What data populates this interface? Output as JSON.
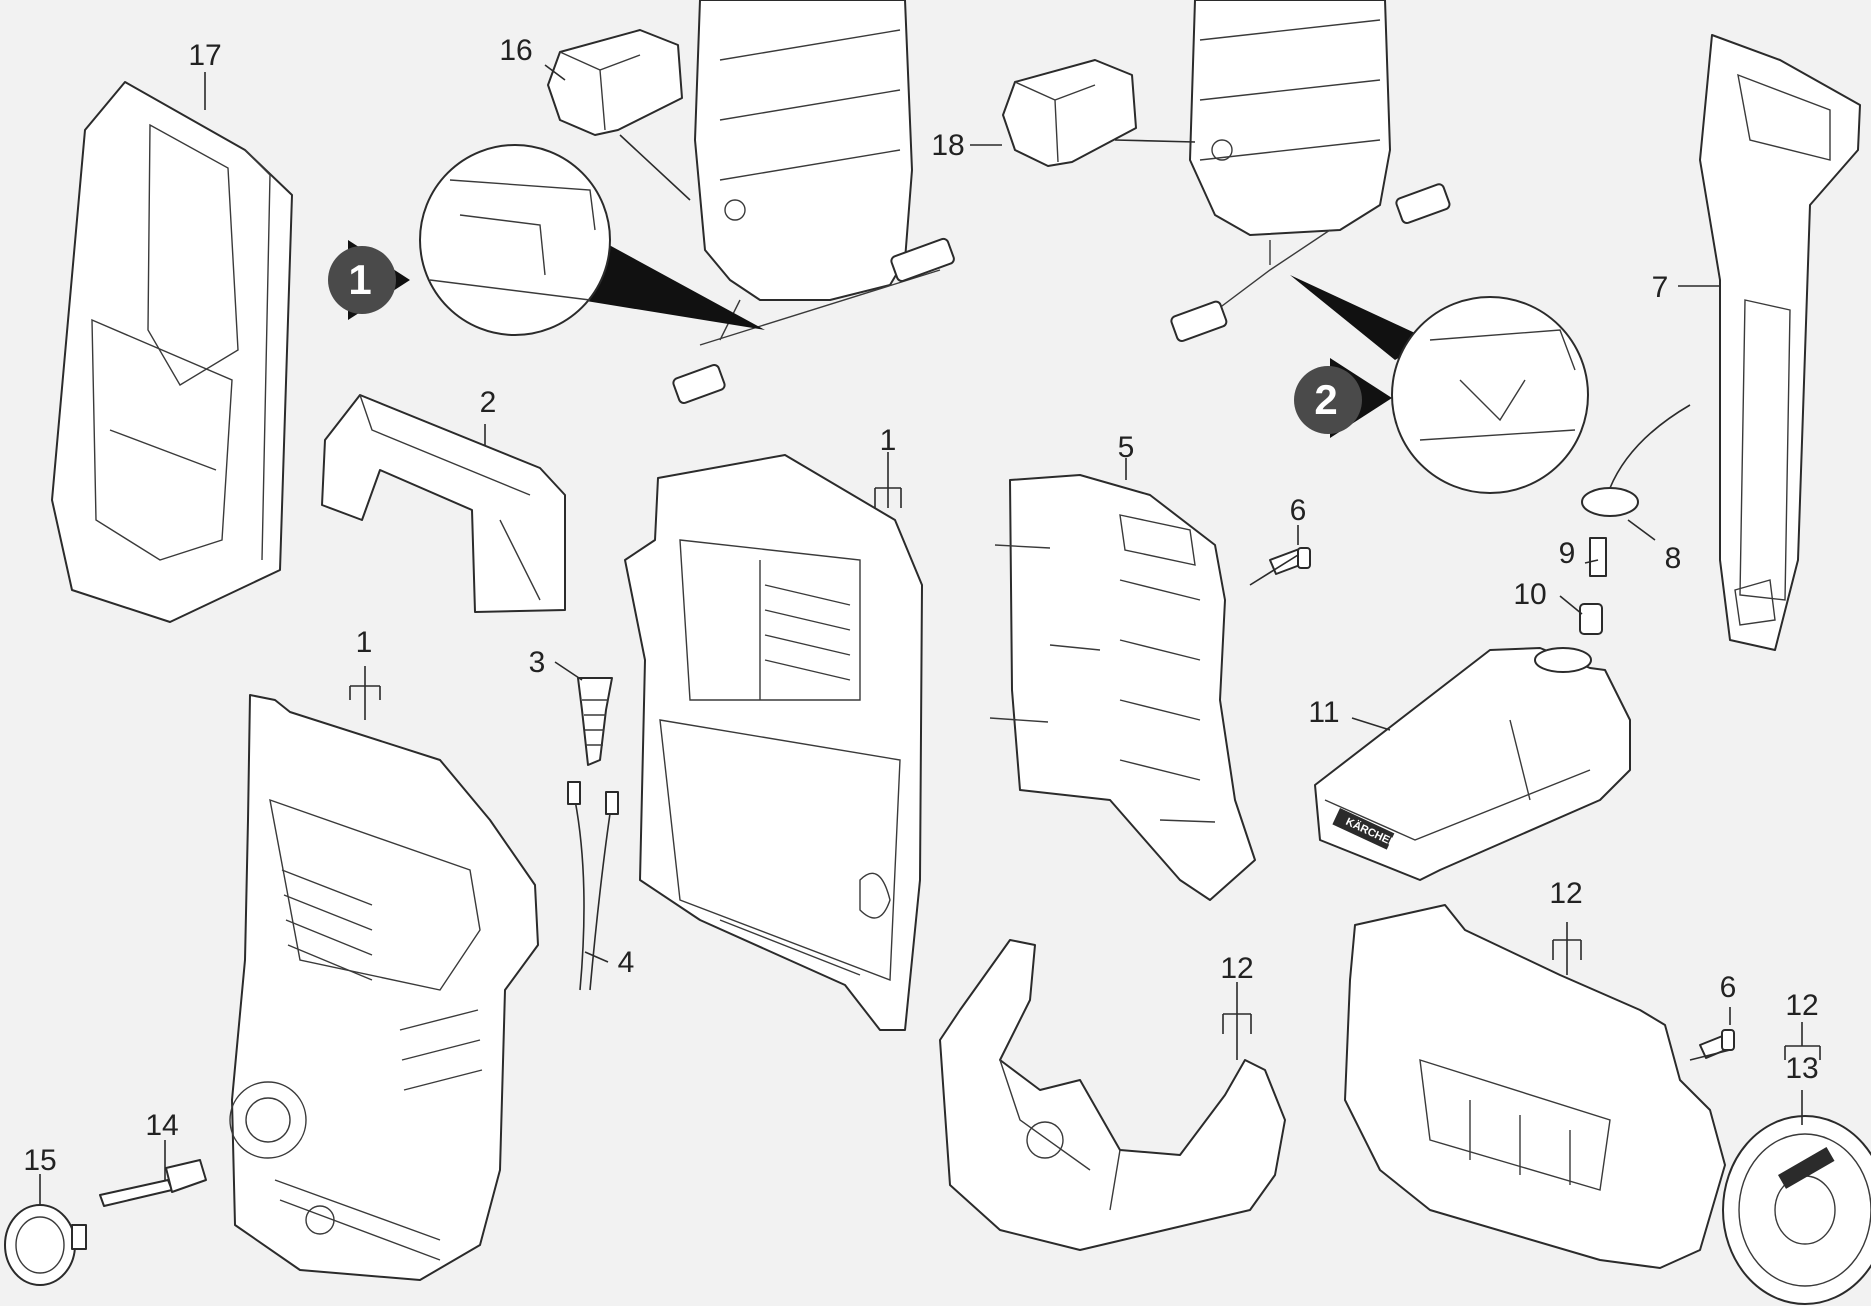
{
  "diagram": {
    "labels": {
      "p1a": "1",
      "p1b": "1",
      "p2": "2",
      "p3": "3",
      "p4": "4",
      "p5": "5",
      "p6a": "6",
      "p6b": "6",
      "p7": "7",
      "p8": "8",
      "p9": "9",
      "p10": "10",
      "p11": "11",
      "p12a": "12",
      "p12b": "12",
      "p12c": "12",
      "p13": "13",
      "p14": "14",
      "p15": "15",
      "p16": "16",
      "p17": "17",
      "p18": "18"
    },
    "badges": {
      "b1": "1",
      "b2": "2"
    },
    "brand": "KÄRCHER"
  }
}
